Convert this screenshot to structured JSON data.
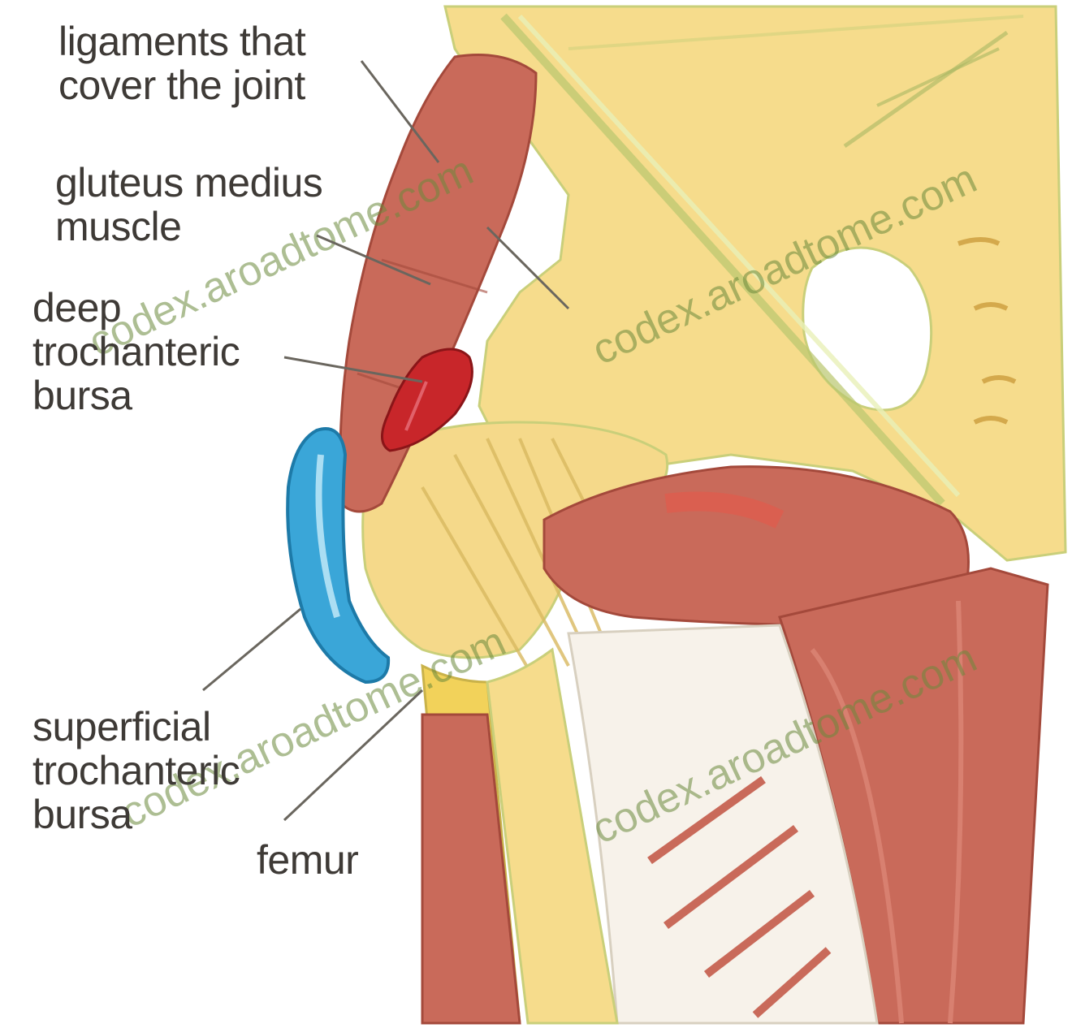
{
  "labels": {
    "ligaments": "ligaments that\ncover the joint",
    "gluteus": "gluteus medius\nmuscle",
    "deep_bursa": "deep\ntrochanteric\nbursa",
    "superficial_bursa": "superficial\ntrochanteric\nbursa",
    "femur": "femur"
  },
  "watermark": "codex.aroadtome.com",
  "colors": {
    "background": "#ffffff",
    "bone": "#f6dc8c",
    "bone_dark": "#e8c56a",
    "muscle": "#c96a5a",
    "muscle_dark": "#b5503f",
    "deep_bursa": "#c8262a",
    "superficial_bursa": "#3aa6d8",
    "outline": "#9aa85a",
    "leader_line": "#6a665e"
  }
}
